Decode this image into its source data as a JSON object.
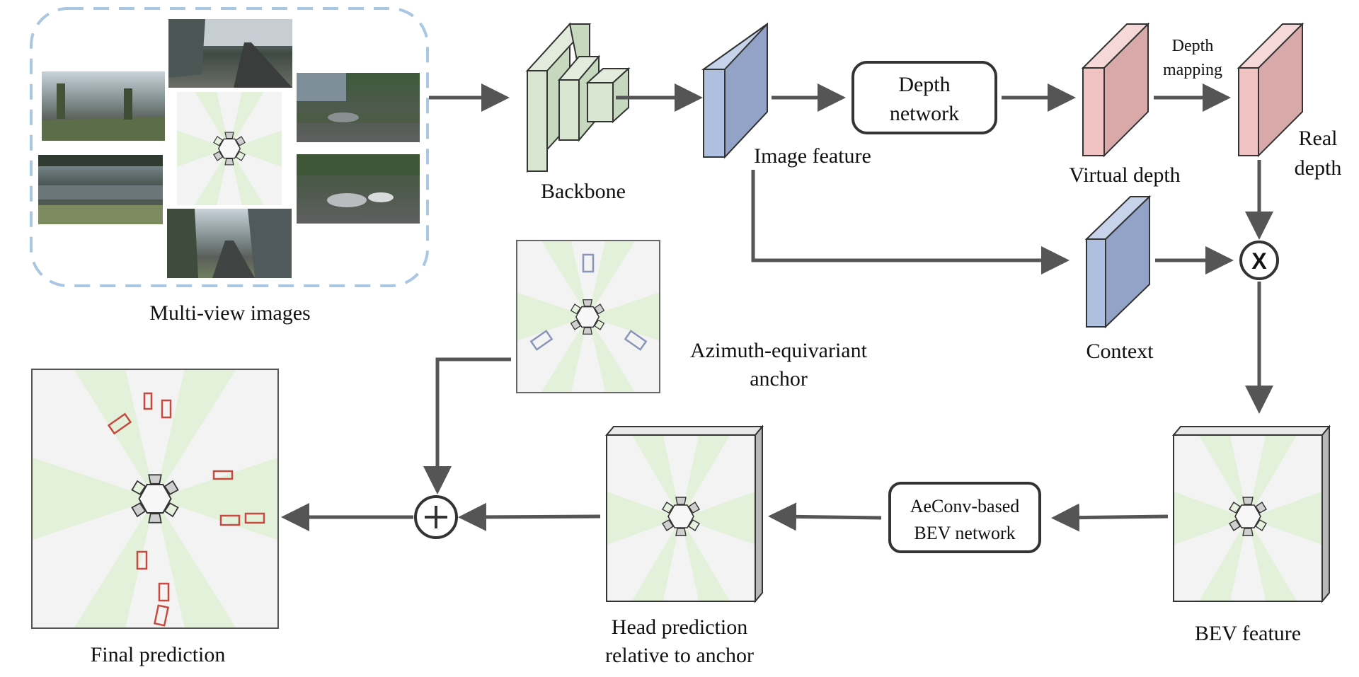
{
  "labels": {
    "multi_view_images": "Multi-view images",
    "backbone": "Backbone",
    "image_feature": "Image feature",
    "depth_network_line1": "Depth",
    "depth_network_line2": "network",
    "virtual_depth": "Virtual depth",
    "depth_mapping_line1": "Depth",
    "depth_mapping_line2": "mapping",
    "real_depth_line1": "Real",
    "real_depth_line2": "depth",
    "context": "Context",
    "azimuth_anchor_line1": "Azimuth-equivariant",
    "azimuth_anchor_line2": "anchor",
    "final_prediction": "Final prediction",
    "head_prediction_line1": "Head prediction",
    "head_prediction_line2": "relative to anchor",
    "aeconv_line1": "AeConv-based",
    "aeconv_line2": "BEV network",
    "bev_feature": "BEV feature",
    "multiply_symbol": "X",
    "add_symbol": "+"
  },
  "colors": {
    "backbone_green": "#d8e6d2",
    "feature_blue": "#aebfdf",
    "depth_pink": "#f1c3c3",
    "bev_green": "#e3efdc",
    "dashed_border": "#a9c6e2",
    "arrow": "#555555",
    "prediction_box": "#c84a3f",
    "anchor_box": "#8a93b8"
  }
}
